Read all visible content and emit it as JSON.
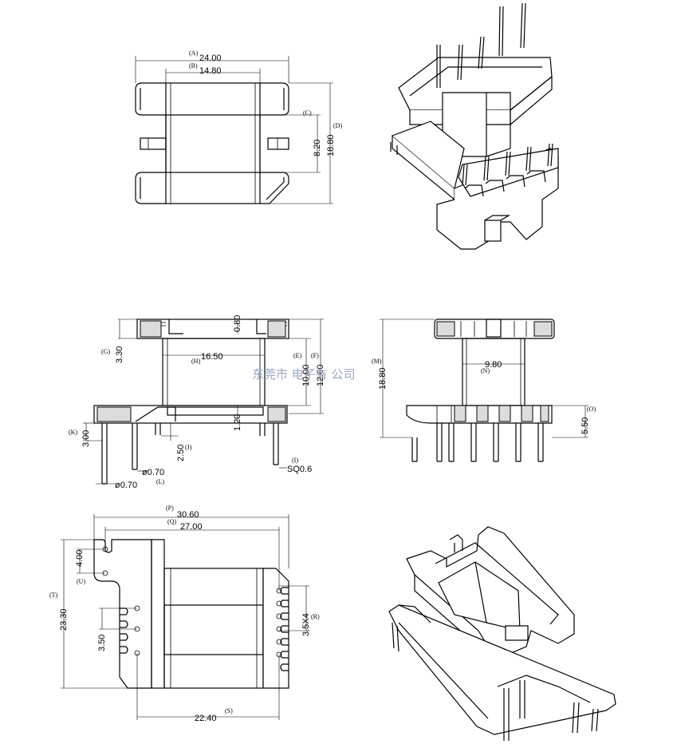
{
  "watermark": "东莞市 电子有 公司",
  "views": {
    "top": {
      "tags": {
        "a": "(A)",
        "b": "(B)",
        "c": "(C)",
        "d": "(D)"
      },
      "dims": {
        "a": "24.00",
        "b": "14.80",
        "c": "8.20",
        "d": "18.80"
      }
    },
    "side": {
      "tags": {
        "g": "(G)",
        "h": "(H)",
        "e": "(E)",
        "f": "(F)",
        "k": "(K)",
        "j": "(J)",
        "l": "(L)",
        "i": "(I)"
      },
      "dims": {
        "top_gap": "0.80",
        "g": "3.30",
        "h": "16.50",
        "e": "10.00",
        "f": "12.00",
        "wall": "1.20",
        "k": "3.00",
        "j": "2.50",
        "pin1": "ø0.70",
        "pin2": "ø0.70",
        "i": "SQ0.6"
      }
    },
    "end": {
      "tags": {
        "m": "(M)",
        "n": "(N)",
        "o": "(O)"
      },
      "dims": {
        "m": "18.80",
        "n": "9.80",
        "o": "5.50"
      }
    },
    "bottom": {
      "tags": {
        "p": "(P)",
        "q": "(Q)",
        "t": "(T)",
        "u": "(U)",
        "r": "(R)",
        "s": "(S)"
      },
      "dims": {
        "p": "30.60",
        "q": "27.00",
        "t": "23.30",
        "u": "4.00",
        "pitch": "3.50",
        "r": "3.5X4",
        "s": "22.40"
      }
    }
  }
}
